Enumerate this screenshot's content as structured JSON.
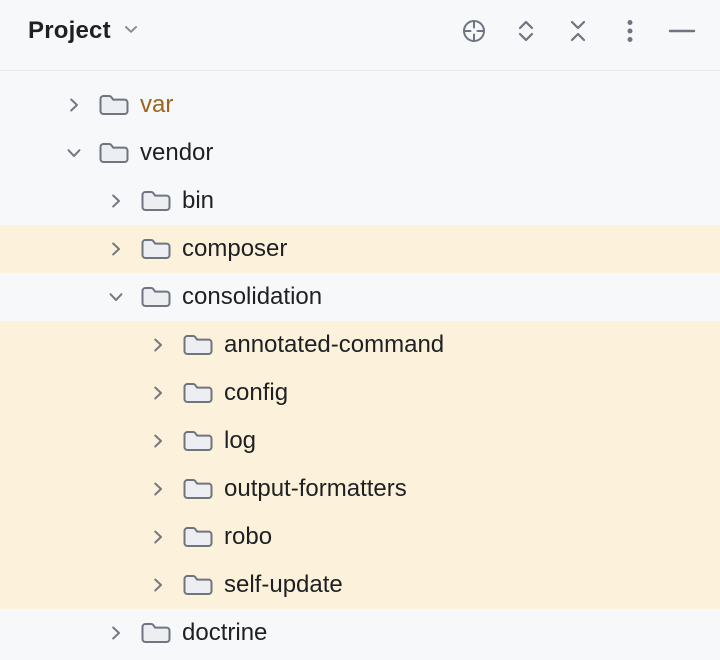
{
  "header": {
    "title": "Project",
    "toolbar_icons": [
      "select-opened-file-icon",
      "expand-all-icon",
      "collapse-all-icon",
      "more-options-icon",
      "hide-tool-window-icon"
    ]
  },
  "colors": {
    "background": "#F7F8FA",
    "header_border": "#E8E9EC",
    "row_highlight": "#FCF2DB",
    "text": "#1E2023",
    "excluded_name_text": "#9D641D",
    "icon_gray": "#6E7480"
  },
  "tree": {
    "rows": [
      {
        "name": "var",
        "level": 0,
        "expanded": false,
        "highlighted": false,
        "color": "excluded"
      },
      {
        "name": "vendor",
        "level": 0,
        "expanded": true,
        "highlighted": false
      },
      {
        "name": "bin",
        "level": 1,
        "expanded": false,
        "highlighted": false
      },
      {
        "name": "composer",
        "level": 1,
        "expanded": false,
        "highlighted": true
      },
      {
        "name": "consolidation",
        "level": 1,
        "expanded": true,
        "highlighted": false
      },
      {
        "name": "annotated-command",
        "level": 2,
        "expanded": false,
        "highlighted": true
      },
      {
        "name": "config",
        "level": 2,
        "expanded": false,
        "highlighted": true
      },
      {
        "name": "log",
        "level": 2,
        "expanded": false,
        "highlighted": true
      },
      {
        "name": "output-formatters",
        "level": 2,
        "expanded": false,
        "highlighted": true
      },
      {
        "name": "robo",
        "level": 2,
        "expanded": false,
        "highlighted": true
      },
      {
        "name": "self-update",
        "level": 2,
        "expanded": false,
        "highlighted": true
      },
      {
        "name": "doctrine",
        "level": 1,
        "expanded": false,
        "highlighted": false
      }
    ]
  }
}
